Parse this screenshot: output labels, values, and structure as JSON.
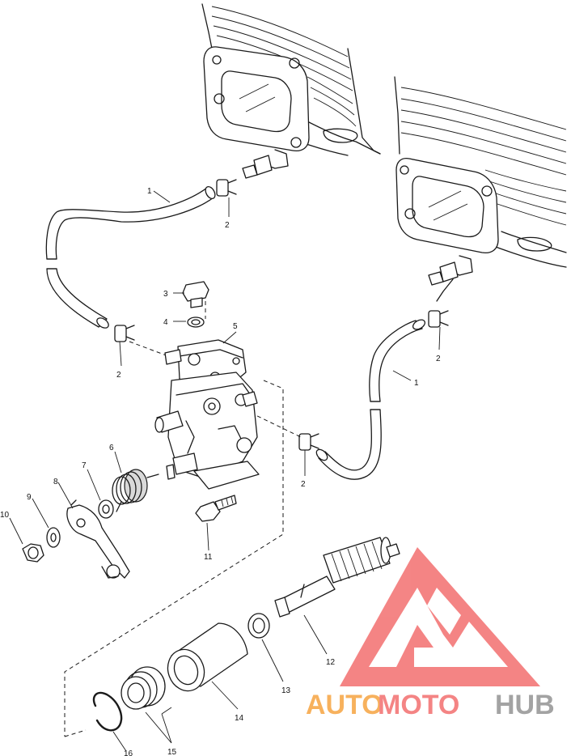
{
  "callouts": {
    "c1a": "1",
    "c1b": "1",
    "c2a": "2",
    "c2b": "2",
    "c2c": "2",
    "c2d": "2",
    "c3": "3",
    "c4": "4",
    "c5": "5",
    "c6": "6",
    "c7": "7",
    "c8": "8",
    "c9": "9",
    "c10": "10",
    "c11": "11",
    "c12": "12",
    "c13": "13",
    "c14": "14",
    "c15": "15",
    "c16": "16"
  },
  "watermark": {
    "part1": "AUTO",
    "part2": "MOTO",
    "part3": "HUB",
    "color_orange": "#f6a13a",
    "color_red": "#f26a6a",
    "color_gray": "#8f8f8f"
  }
}
